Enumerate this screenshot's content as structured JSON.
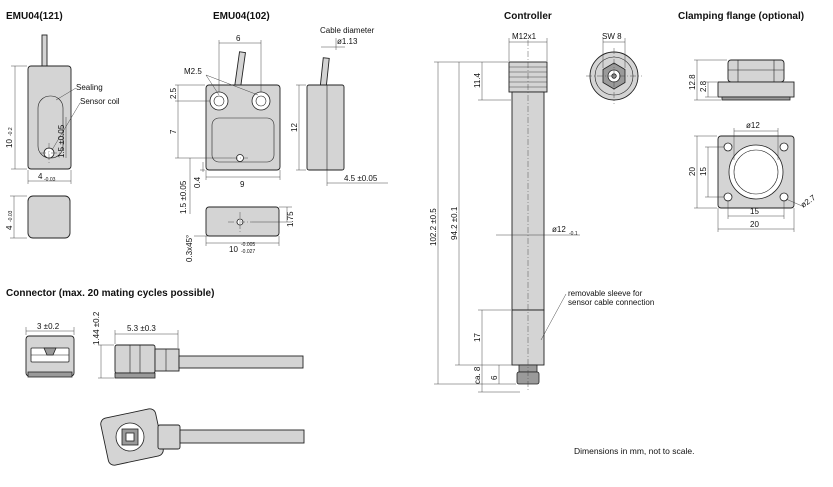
{
  "sections": {
    "emu121": "EMU04(121)",
    "emu102": "EMU04(102)",
    "controller": "Controller",
    "flange": "Clamping flange (optional)",
    "connector": "Connector (max. 20 mating cycles possible)"
  },
  "emu121": {
    "sealing": "Sealing",
    "sensor_coil": "Sensor coil",
    "dim_10": "10",
    "dim_10_tol": "-0.2",
    "dim_1_5": "1.5 ±0.05",
    "dim_4": "4",
    "dim_4_tol": "-0.03",
    "dim_4b": "4",
    "dim_4b_tol": "-0.03"
  },
  "emu102": {
    "m25": "M2.5",
    "dim_6": "6",
    "dim_2_5": "2.5",
    "dim_7": "7",
    "dim_0_4": "0.4",
    "dim_9": "9",
    "dim_1_5": "1.5 ±0.05",
    "cable_diameter": "Cable diameter",
    "dim_113": "ø1.13",
    "dim_12": "12",
    "dim_4_5": "4.5 ±0.05",
    "dim_1_75": "1.75",
    "dim_10": "10",
    "dim_10_tol_top": "-0.005",
    "dim_10_tol_bot": "-0.027",
    "chamfer": "0.3x45°"
  },
  "controller": {
    "m12": "M12x1",
    "sw8": "SW 8",
    "dim_11_4": "11.4",
    "dim_94_2": "94.2 ±0.1",
    "dim_102_2": "102.2 ±0.5",
    "dim_d12": "ø12",
    "dim_d12_tol": "-0.1",
    "dim_17": "17",
    "dim_ca8": "ca. 8",
    "dim_6": "6",
    "sleeve_line1": "removable sleeve for",
    "sleeve_line2": "sensor cable connection"
  },
  "flange": {
    "dim_12_8": "12.8",
    "dim_2_8": "2.8",
    "dim_d12": "ø12",
    "dim_20v": "20",
    "dim_15v": "15",
    "dim_d2_7": "ø2.7",
    "dim_15h": "15",
    "dim_20h": "20"
  },
  "connector": {
    "dim_3": "3 ±0.2",
    "dim_1_44": "1.44 ±0.2",
    "dim_5_3": "5.3 ±0.3"
  },
  "footer_note": "Dimensions in mm, not to scale."
}
